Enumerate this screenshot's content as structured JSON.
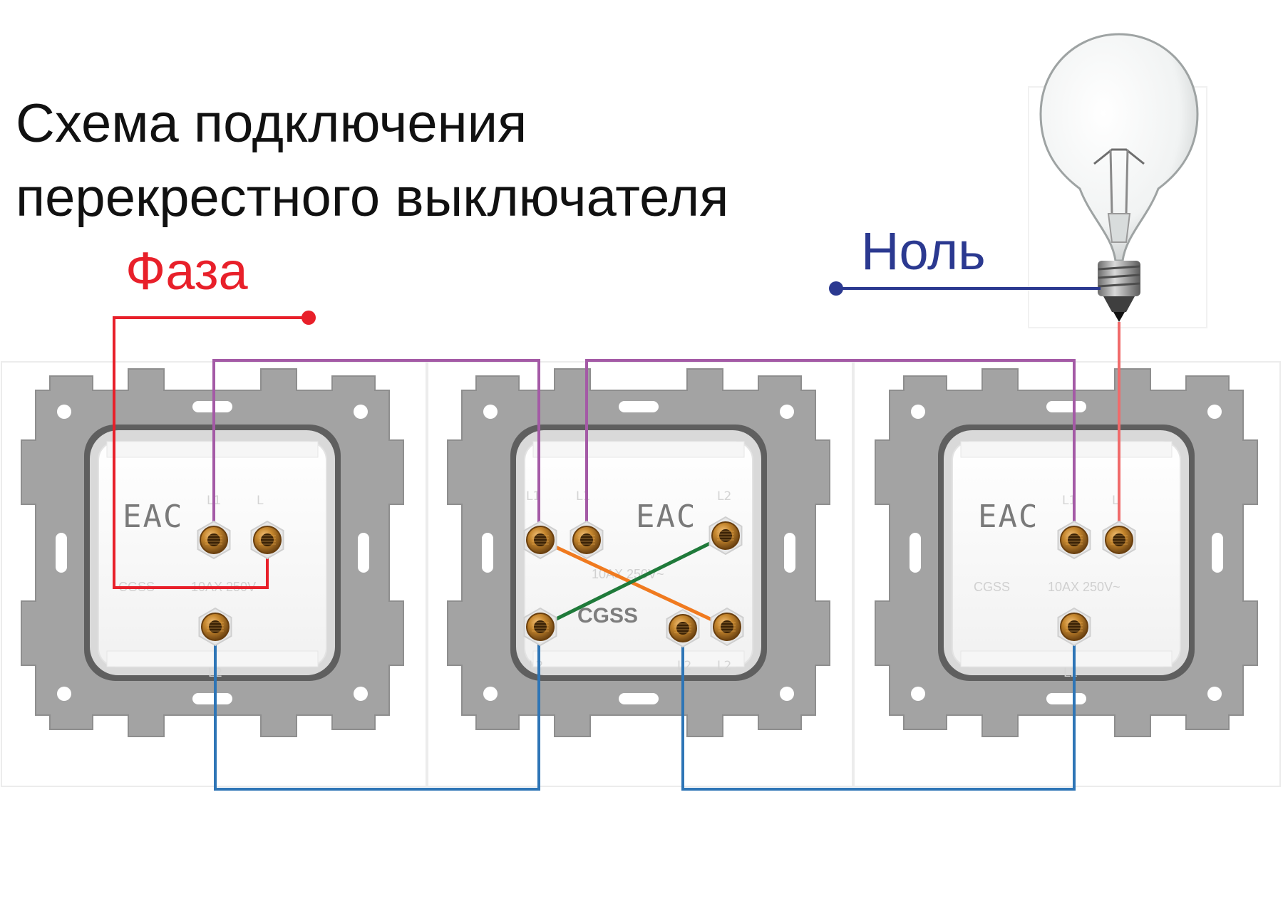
{
  "title": {
    "line1": "Схема подключения",
    "line2": "перекрестного выключателя"
  },
  "labels": {
    "phase": "Фаза",
    "neutral": "Ноль"
  },
  "switches": [
    {
      "kind": "pass-through",
      "mark": "EAC",
      "brand": "CGSS",
      "rating": "10AX 250V~",
      "terminals": {
        "top_left": "L1",
        "top_right": "L",
        "bottom": "L2"
      }
    },
    {
      "kind": "cross",
      "mark": "EAC",
      "brand": "CGSS",
      "rating": "10AX 250V~",
      "terminals": {
        "top_1": "L1",
        "top_2": "L1",
        "top_3": "L2",
        "bottom_1": "L2",
        "bottom_2": "L2",
        "bottom_3": "L2"
      }
    },
    {
      "kind": "pass-through",
      "mark": "EAC",
      "brand": "CGSS",
      "rating": "10AX 250V~",
      "terminals": {
        "top_left": "L1",
        "top_right": "L",
        "bottom": "L2"
      }
    }
  ],
  "colors": {
    "phase": "#e8202a",
    "neutral": "#2b3990",
    "traveler_upper": "#a45aa6",
    "traveler_lower": "#2e75b6",
    "cross_a": "#f07a1f",
    "cross_b": "#1f7a3a",
    "lamp_wire": "#f06b6b",
    "frame": "#a6a6a6",
    "terminal": "#b87a30"
  },
  "icons": {
    "lamp": "light-bulb-icon",
    "mark": "eac-mark-icon"
  }
}
